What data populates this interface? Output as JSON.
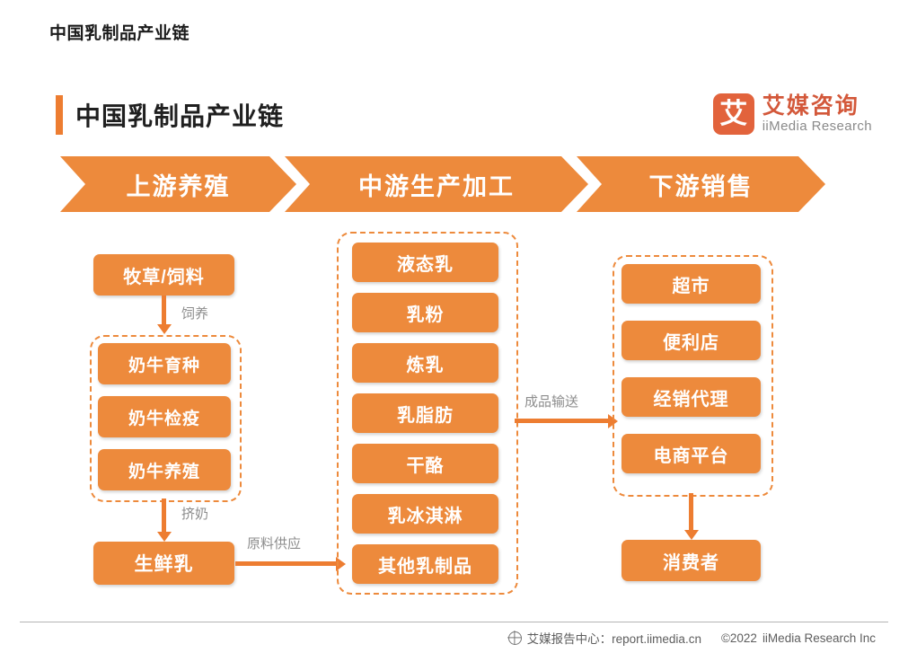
{
  "page": {
    "header_title": "中国乳制品产业链"
  },
  "chart_data": {
    "type": "diagram",
    "title": "中国乳制品产业链",
    "stages": [
      {
        "label": "上游养殖"
      },
      {
        "label": "中游生产加工"
      },
      {
        "label": "下游销售"
      }
    ],
    "upstream": {
      "feed": "牧草/饲料",
      "feed_edge": "饲养",
      "cattle_group": [
        "奶牛育种",
        "奶牛检疫",
        "奶牛养殖"
      ],
      "milk_edge": "挤奶",
      "raw_milk": "生鲜乳",
      "supply_edge": "原料供应"
    },
    "midstream": {
      "products": [
        "液态乳",
        "乳粉",
        "炼乳",
        "乳脂肪",
        "干酪",
        "乳冰淇淋",
        "其他乳制品"
      ],
      "delivery_edge": "成品输送"
    },
    "downstream": {
      "channels": [
        "超市",
        "便利店",
        "经销代理",
        "电商平台"
      ],
      "consumer": "消费者"
    },
    "colors": {
      "node": "#ED8A3C",
      "accent": "#ED7D31",
      "dashed_border": "#ED8A3C",
      "edge_label": "#8d8d8d",
      "logo": "#D3583A"
    }
  },
  "logo": {
    "mark": "艾",
    "cn": "艾媒咨询",
    "en": "iiMedia Research"
  },
  "footer": {
    "report_center": "艾媒报告中心：report.iimedia.cn",
    "copyright": "©2022",
    "company": "iiMedia Research  Inc"
  }
}
